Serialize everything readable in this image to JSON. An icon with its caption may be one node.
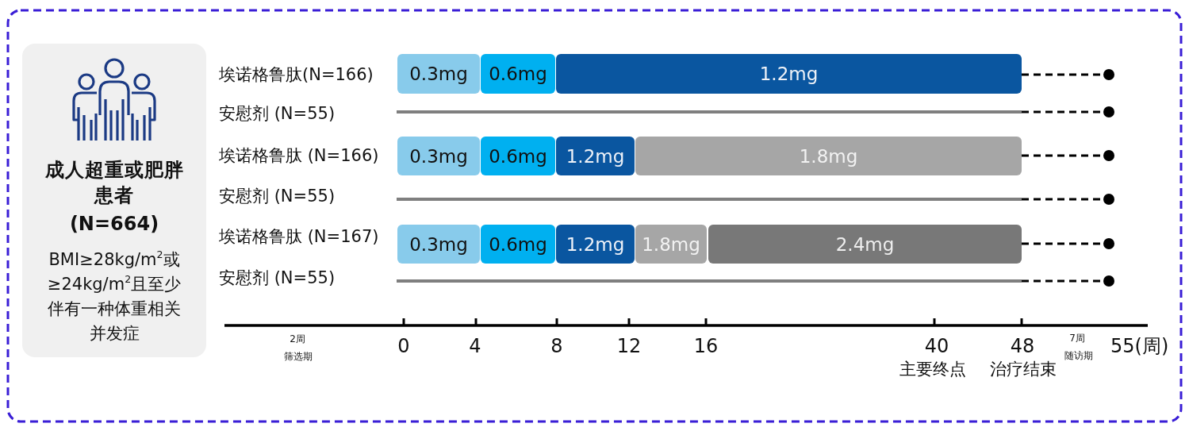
{
  "diagram": {
    "nodes": [
      {
        "text": [
          "成人超重或肥胖患者",
          "(N=664)",
          "BMI≥28kg/m$^{2}$或≥24kg/m$^{2}$且至少伴有一种体重相关并发症"
        ]
      },
      {
        "text": [
          "0.3mg"
        ]
      },
      {
        "text": [
          "0.6mg"
        ]
      },
      {
        "text": [
          "1.2mg"
        ]
      },
      {
        "text": [],
        "shape": "circle"
      },
      {
        "text": [],
        "shape": "bar"
      },
      {
        "text": [],
        "shape": "circle"
      },
      {
        "text": [
          "0.3mg"
        ]
      },
      {
        "text": [
          "0.6mg"
        ]
      },
      {
        "text": [
          "1.2mg"
        ]
      },
      {
        "text": [
          "1.8mg"
        ]
      },
      {
        "text": [],
        "shape": "circle"
      },
      {
        "text": [],
        "shape": "bar"
      },
      {
        "text": [],
        "shape": "circle"
      },
      {
        "text": [
          "0.3mg"
        ]
      },
      {
        "text": [
          "0.6mg"
        ]
      },
      {
        "text": [
          "1.2mg"
        ]
      },
      {
        "text": [
          "1.8mg"
        ]
      },
      {
        "text": [
          "2.4mg"
        ]
      },
      {
        "text": [],
        "shape": "circle"
      },
      {
        "text": [],
        "shape": "bar"
      },
      {
        "text": [],
        "shape": "circle"
      }
    ],
    "edges": [
      {
        "from": 3,
        "to": 4,
        "arrow": "none",
        "style": "dashed"
      },
      {
        "from": 5,
        "to": 6,
        "arrow": "none",
        "style": "dashed"
      },
      {
        "from": 10,
        "to": 11,
        "arrow": "none",
        "style": "dashed"
      },
      {
        "from": 12,
        "to": 13,
        "arrow": "none",
        "style": "dashed"
      },
      {
        "from": 18,
        "to": 19,
        "arrow": "none",
        "style": "dashed"
      },
      {
        "from": 20,
        "to": 21,
        "arrow": "none",
        "style": "dashed"
      }
    ],
    "labels": [
      "埃诺格鲁肽(N=166)",
      "安慰剂 (N=55)",
      "埃诺格鲁肽 (N=166)",
      "安慰剂 (N=55)",
      "埃诺格鲁肽 (N=167)",
      "安慰剂 (N=55)",
      "2周",
      "筛选期",
      "0",
      "4",
      "8",
      "12",
      "16",
      "40",
      "主要终点",
      "48",
      "治疗结束",
      "7周",
      "随访期",
      "55(周)"
    ]
  }
}
